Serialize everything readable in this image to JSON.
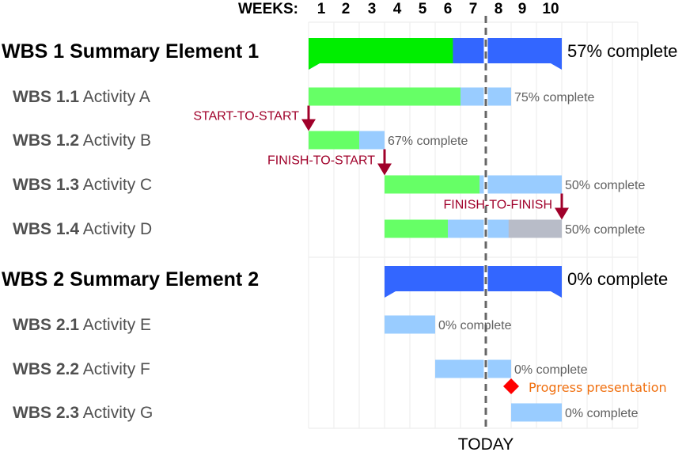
{
  "chart_data": {
    "type": "gantt",
    "title": "",
    "axis": {
      "label": "WEEKS:",
      "ticks": [
        "1",
        "2",
        "3",
        "4",
        "5",
        "6",
        "7",
        "8",
        "9",
        "10"
      ],
      "range_weeks": [
        0,
        13
      ],
      "grid": true
    },
    "today": {
      "label": "TODAY",
      "week": 7.0
    },
    "colors": {
      "summary_done": "#00ee00",
      "summary_remaining": "#3366ff",
      "activity_done": "#66ff66",
      "activity_remaining": "#99ccff",
      "activity_late": "#b8bcc8",
      "dependency": "#a0002a",
      "milestone": "#ff0000",
      "milestone_label": "#f07010",
      "today_line": "#666666",
      "grid": "#eeeeee"
    },
    "rows": [
      {
        "kind": "summary",
        "id": "WBS 1",
        "name": "Summary Element 1",
        "start": 0,
        "end": 10,
        "percent_complete": 57,
        "label": "57% complete"
      },
      {
        "kind": "activity",
        "id": "WBS 1.1",
        "name": "Activity A",
        "start": 0,
        "end": 8,
        "done_end": 6,
        "late_end": null,
        "percent_complete": 75,
        "label": "75% complete"
      },
      {
        "kind": "activity",
        "id": "WBS 1.2",
        "name": "Activity B",
        "start": 0,
        "end": 3,
        "done_end": 2,
        "late_end": null,
        "percent_complete": 67,
        "label": "67% complete"
      },
      {
        "kind": "activity",
        "id": "WBS 1.3",
        "name": "Activity C",
        "start": 3,
        "end": 10,
        "done_end": 6.75,
        "late_end": null,
        "percent_complete": 50,
        "label": "50% complete"
      },
      {
        "kind": "activity",
        "id": "WBS 1.4",
        "name": "Activity D",
        "start": 3,
        "end": 10,
        "done_end": 5.5,
        "remaining_end": 7.9,
        "late_end": 10,
        "percent_complete": 50,
        "label": "50% complete"
      },
      {
        "kind": "summary",
        "id": "WBS 2",
        "name": "Summary Element 2",
        "start": 3,
        "end": 10,
        "percent_complete": 0,
        "label": "0% complete"
      },
      {
        "kind": "activity",
        "id": "WBS 2.1",
        "name": "Activity E",
        "start": 3,
        "end": 5,
        "done_end": 3,
        "late_end": null,
        "percent_complete": 0,
        "label": "0% complete"
      },
      {
        "kind": "activity",
        "id": "WBS 2.2",
        "name": "Activity F",
        "start": 5,
        "end": 8,
        "done_end": 5,
        "late_end": null,
        "percent_complete": 0,
        "label": "0% complete"
      },
      {
        "kind": "activity",
        "id": "WBS 2.3",
        "name": "Activity G",
        "start": 8,
        "end": 10,
        "done_end": 8,
        "late_end": null,
        "percent_complete": 0,
        "label": "0% complete"
      }
    ],
    "dependencies": [
      {
        "label": "START-TO-START",
        "from_row": 1,
        "to_row": 2,
        "week": 0
      },
      {
        "label": "FINISH-TO-START",
        "from_row": 2,
        "to_row": 3,
        "week": 3
      },
      {
        "label": "FINISH-TO-FINISH",
        "from_row": 3,
        "to_row": 4,
        "week": 10
      }
    ],
    "milestones": [
      {
        "label": "Progress presentation",
        "week": 8,
        "after_row": 7
      }
    ]
  }
}
